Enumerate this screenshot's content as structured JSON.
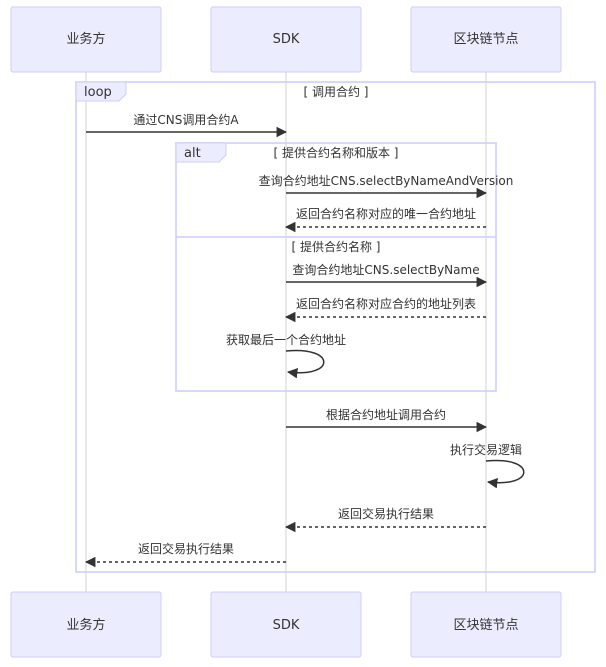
{
  "actors": [
    "业务方",
    "SDK",
    "区块链节点"
  ],
  "loop": {
    "keyword": "loop",
    "title": "[ 调用合约 ]"
  },
  "alt": {
    "keyword": "alt",
    "title": "[ 提供合约名称和版本 ]",
    "else_title": "[ 提供合约名称 ]"
  },
  "messages": [
    {
      "text": "通过CNS调用合约A",
      "from": "业务方",
      "to": "SDK",
      "style": "solid"
    },
    {
      "text": "查询合约地址CNS.selectByNameAndVersion",
      "from": "SDK",
      "to": "区块链节点",
      "style": "solid"
    },
    {
      "text": "返回合约名称对应的唯一合约地址",
      "from": "区块链节点",
      "to": "SDK",
      "style": "dashed"
    },
    {
      "text": "查询合约地址CNS.selectByName",
      "from": "SDK",
      "to": "区块链节点",
      "style": "solid"
    },
    {
      "text": "返回合约名称对应合约的地址列表",
      "from": "区块链节点",
      "to": "SDK",
      "style": "dashed"
    },
    {
      "text": "获取最后一个合约地址",
      "from": "SDK",
      "to": "SDK",
      "style": "self"
    },
    {
      "text": "根据合约地址调用合约",
      "from": "SDK",
      "to": "区块链节点",
      "style": "solid"
    },
    {
      "text": "执行交易逻辑",
      "from": "区块链节点",
      "to": "区块链节点",
      "style": "self"
    },
    {
      "text": "返回交易执行结果",
      "from": "区块链节点",
      "to": "SDK",
      "style": "dashed"
    },
    {
      "text": "返回交易执行结果",
      "from": "SDK",
      "to": "业务方",
      "style": "dashed"
    }
  ]
}
